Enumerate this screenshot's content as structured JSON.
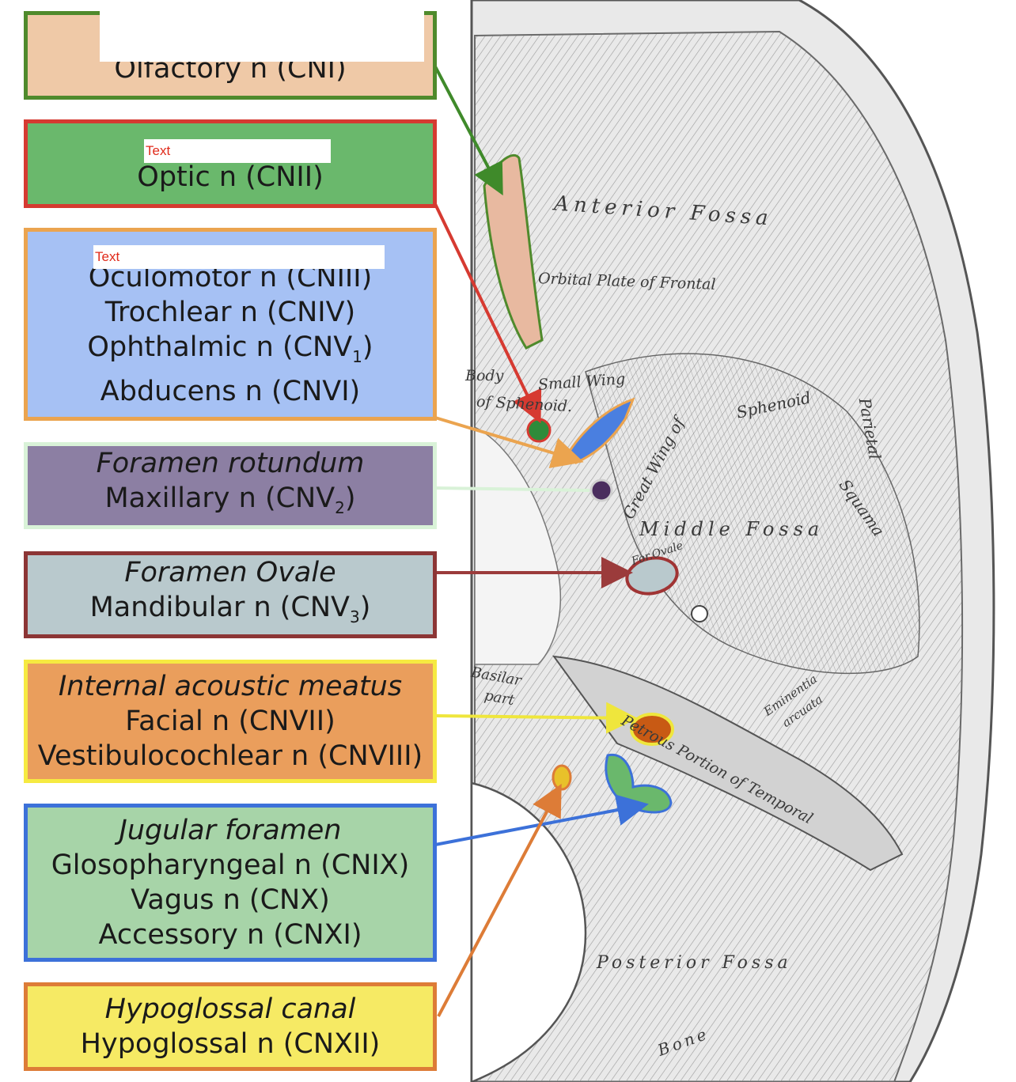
{
  "colors": {
    "olfactory_fill": "#efc9a7",
    "olfactory_border": "#4f8a2c",
    "optic_fill": "#6ab86c",
    "optic_border": "#d63a31",
    "cn3_fill": "#a6c1f4",
    "cn3_border": "#eba44f",
    "rotundum_fill": "#8c7fa3",
    "rotundum_border": "#d9f2d8",
    "ovale_fill": "#b9c9cd",
    "ovale_border": "#8c3535",
    "iam_fill": "#ea9e5c",
    "iam_border": "#f6ea41",
    "jugular_fill": "#a7d4a8",
    "jugular_border": "#3c71d9",
    "hypo_fill": "#f6ea64",
    "hypo_border": "#dd7c37"
  },
  "boxes": {
    "olfactory": {
      "line1": "Olfactory n (CNI)"
    },
    "optic": {
      "line1": "Optic n (CNII)",
      "overlay_text": "Text"
    },
    "orbital": {
      "overlay_text": "Text",
      "line1": "Oculomotor n (CNIII)",
      "line2": "Trochlear n (CNIV)",
      "line3_pre": "Ophthalmic n (CNV",
      "line3_sub": "1",
      "line3_post": ")",
      "line4": "Abducens n (CNVI)"
    },
    "rotundum": {
      "title": "Foramen rotundum",
      "line1_pre": "Maxillary n (CNV",
      "line1_sub": "2",
      "line1_post": ")"
    },
    "ovale": {
      "title": "Foramen Ovale",
      "line1_pre": "Mandibular n (CNV",
      "line1_sub": "3",
      "line1_post": ")"
    },
    "iam": {
      "title": "Internal acoustic meatus",
      "line1": "Facial n (CNVII)",
      "line2": "Vestibulocochlear n (CNVIII)"
    },
    "jugular": {
      "title": "Jugular foramen",
      "line1": "Glosopharyngeal n (CNIX)",
      "line2": "Vagus n (CNX)",
      "line3": "Accessory n (CNXI)"
    },
    "hypoglossal": {
      "title": "Hypoglossal canal",
      "line1": "Hypoglossal n (CNXII)"
    }
  },
  "skull_labels": {
    "anterior_fossa": "Anterior Fossa",
    "orbital_plate": "Orbital Plate of Frontal",
    "body": "Body",
    "small_wing": "Small Wing",
    "of_sphenoid": "of Sphenoid.",
    "great_wing": "Great Wing of",
    "sphenoid": "Sphenoid",
    "middle_fossa": "Middle Fossa",
    "for_ovale": "For.Ovale",
    "basilar": "Basilar",
    "part": "part",
    "petrous": "Petrous Portion of Temporal",
    "eminentia": "Eminentia",
    "arcuata": "arcuata",
    "squama": "Squama",
    "parietal": "Parietal",
    "posterior_fossa": "Posterior Fossa",
    "bone": "Bone"
  }
}
